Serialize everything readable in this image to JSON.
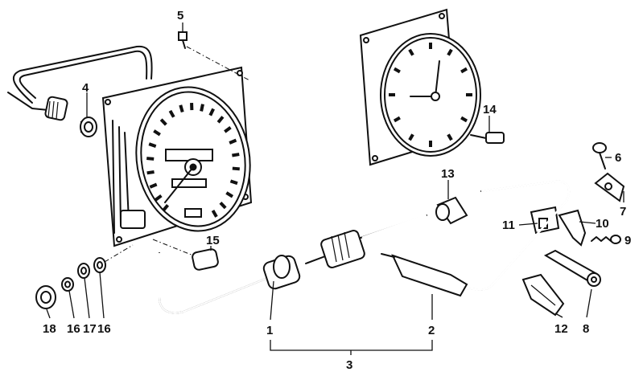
{
  "callouts": [
    {
      "id": "1",
      "label": "1"
    },
    {
      "id": "2",
      "label": "2"
    },
    {
      "id": "3",
      "label": "3"
    },
    {
      "id": "4",
      "label": "4"
    },
    {
      "id": "5",
      "label": "5"
    },
    {
      "id": "6",
      "label": "6"
    },
    {
      "id": "7",
      "label": "7"
    },
    {
      "id": "8",
      "label": "8"
    },
    {
      "id": "9",
      "label": "9"
    },
    {
      "id": "10",
      "label": "10"
    },
    {
      "id": "11",
      "label": "11"
    },
    {
      "id": "12",
      "label": "12"
    },
    {
      "id": "13",
      "label": "13"
    },
    {
      "id": "14",
      "label": "14"
    },
    {
      "id": "15",
      "label": "15"
    },
    {
      "id": "16a",
      "label": "16"
    },
    {
      "id": "16b",
      "label": "16"
    },
    {
      "id": "17",
      "label": "17"
    },
    {
      "id": "18",
      "label": "18"
    }
  ],
  "colors": {
    "ink": "#111111",
    "paper": "#ffffff"
  }
}
